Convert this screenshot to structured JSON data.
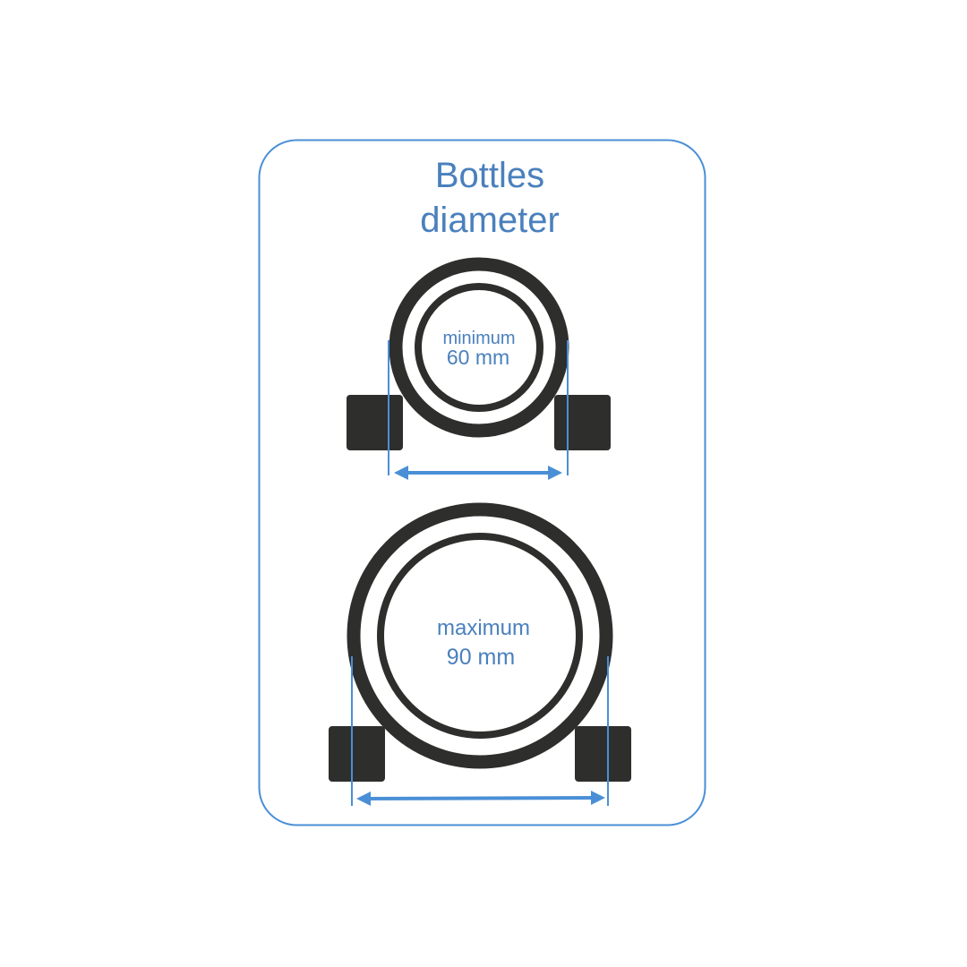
{
  "title": {
    "line1": "Bottles",
    "line2": "diameter"
  },
  "minimum": {
    "label": "minimum",
    "value": "60 mm"
  },
  "maximum": {
    "label": "maximum",
    "value": "90 mm"
  },
  "colors": {
    "accent": "#4a8fd6",
    "text": "#4a80bd",
    "dark": "#2e2e2c"
  }
}
